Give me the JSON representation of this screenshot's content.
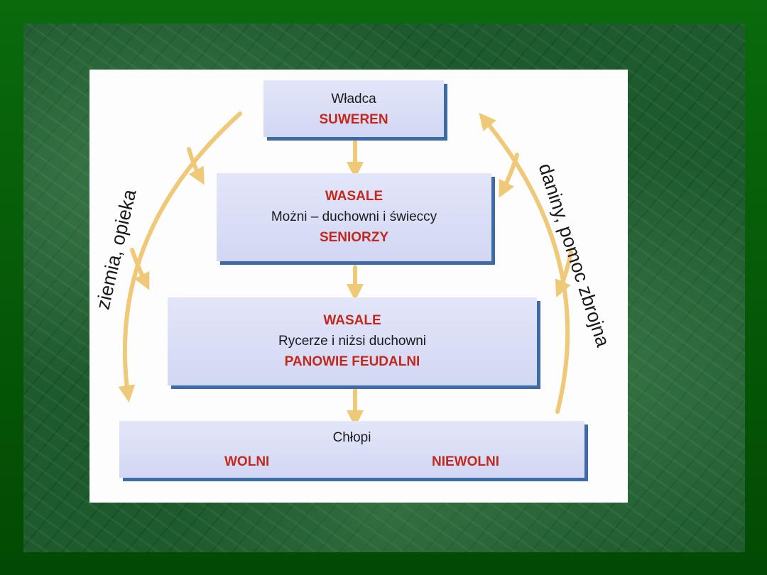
{
  "colors": {
    "arrow": "#f0c978",
    "box_fill": "#dde1f6",
    "box_shadow": "#3f6aa8",
    "highlight": "#c3281d",
    "frame": "#035a06"
  },
  "sides": {
    "left": "ziemia, opieka",
    "right": "daniny, pomoc zbrojna"
  },
  "boxes": {
    "ruler": {
      "line1": "Władca",
      "line2": "SUWEREN"
    },
    "lords": {
      "line1": "WASALE",
      "line2": "Możni – duchowni i świeccy",
      "line3": "SENIORZY"
    },
    "knights": {
      "line1": "WASALE",
      "line2": "Rycerze i niżsi duchowni",
      "line3": "PANOWIE FEUDALNI"
    },
    "peasants": {
      "title": "Chłopi",
      "left": "WOLNI",
      "right": "NIEWOLNI"
    }
  }
}
